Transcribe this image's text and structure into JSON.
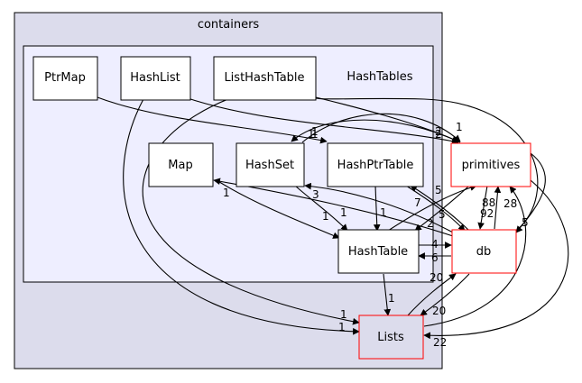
{
  "colors": {
    "outer_cluster_fill": "#dcdcec",
    "inner_cluster_fill": "#eeeeff",
    "node_fill": "#ffffff",
    "node_border": "#000000",
    "external_border": "#ff0000",
    "edge": "#000000"
  },
  "clusters": {
    "outer_label": "containers",
    "inner_label": "HashTables"
  },
  "nodes": {
    "ptrmap": "PtrMap",
    "hashlist": "HashList",
    "listhashtable": "ListHashTable",
    "map": "Map",
    "hashset": "HashSet",
    "hashptrtable": "HashPtrTable",
    "hashtable": "HashTable",
    "primitives": "primitives",
    "db": "db",
    "lists": "Lists"
  },
  "edge_labels": {
    "hashset_primitives": "1",
    "ptrmap_hashptrtable": "1",
    "listhashtable_primitives_a": "1",
    "listhashtable_primitives_b": "2",
    "primitives_hashset": "1",
    "primitives_hashtable": "2",
    "hashset_hashtable": "1",
    "hashptrtable_hashtable": "1",
    "map_hashtable": "1",
    "hashset_db": "3",
    "hashtable_primitives": "5",
    "hashptrtable_db": "5",
    "primitives_db": "88",
    "db_primitives": "92",
    "db_primitives_b": "28",
    "map_db": "1",
    "db_hashset": "2",
    "hashtable_db": "4",
    "db_hashtable": "6",
    "primitives_db_right": "5",
    "hashtable_lists": "1",
    "db_lists": "20",
    "lists_db": "20",
    "hashlist_lists": "1",
    "listhashtable_lists": "1",
    "primitives_lists": "22",
    "lists_primitives": "7"
  }
}
